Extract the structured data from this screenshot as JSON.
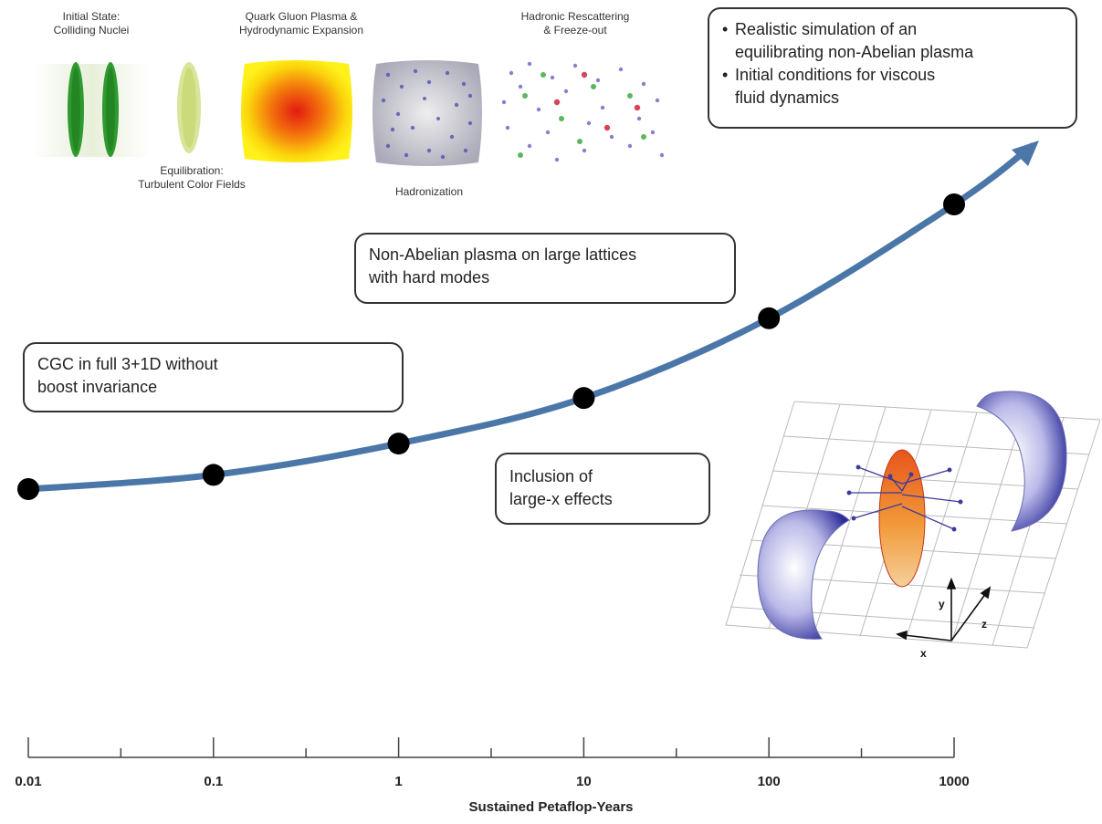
{
  "stages": {
    "initial_state": [
      "Initial State:",
      "Colliding Nuclei"
    ],
    "equilibration": [
      "Equilibration:",
      "Turbulent Color Fields"
    ],
    "qgp": [
      "Quark Gluon Plasma &",
      "Hydrodynamic Expansion"
    ],
    "hadronization": [
      "Hadronization"
    ],
    "rescattering": [
      "Hadronic Rescattering",
      "& Freeze-out"
    ]
  },
  "callouts": {
    "top_right": [
      "Realistic simulation of an equilibrating non-Abelian plasma",
      "Initial conditions for viscous fluid dynamics"
    ],
    "top_right_lines": [
      "Realistic simulation of an",
      "equilibrating non-Abelian plasma",
      "Initial conditions for viscous",
      "fluid dynamics"
    ],
    "non_abelian": [
      "Non-Abelian plasma on large lattices",
      "with hard modes"
    ],
    "cgc": [
      "CGC in full 3+1D without",
      "boost invariance"
    ],
    "large_x": [
      "Inclusion of",
      "large-x effects"
    ]
  },
  "diagram_axes": {
    "x": "x",
    "y": "y",
    "z": "z"
  },
  "colors": {
    "curve": "#4a77a8",
    "point": "#000000",
    "nucleus": "#3a3aa0",
    "plasma": "#e8551c"
  },
  "chart_data": {
    "type": "line",
    "xscale": "log",
    "xlabel": "Sustained Petaflop-Years",
    "tick_labels": [
      "0.01",
      "0.1",
      "1",
      "10",
      "100",
      "1000"
    ],
    "xlim": [
      0.01,
      1000
    ],
    "points": [
      {
        "x": 0.01,
        "level": 0.0
      },
      {
        "x": 0.1,
        "level": 0.05
      },
      {
        "x": 1,
        "level": 0.16
      },
      {
        "x": 10,
        "level": 0.32
      },
      {
        "x": 100,
        "level": 0.6
      },
      {
        "x": 1000,
        "level": 1.0
      }
    ],
    "arrow": "extends beyond 1000",
    "grid": false,
    "legend": "none"
  }
}
